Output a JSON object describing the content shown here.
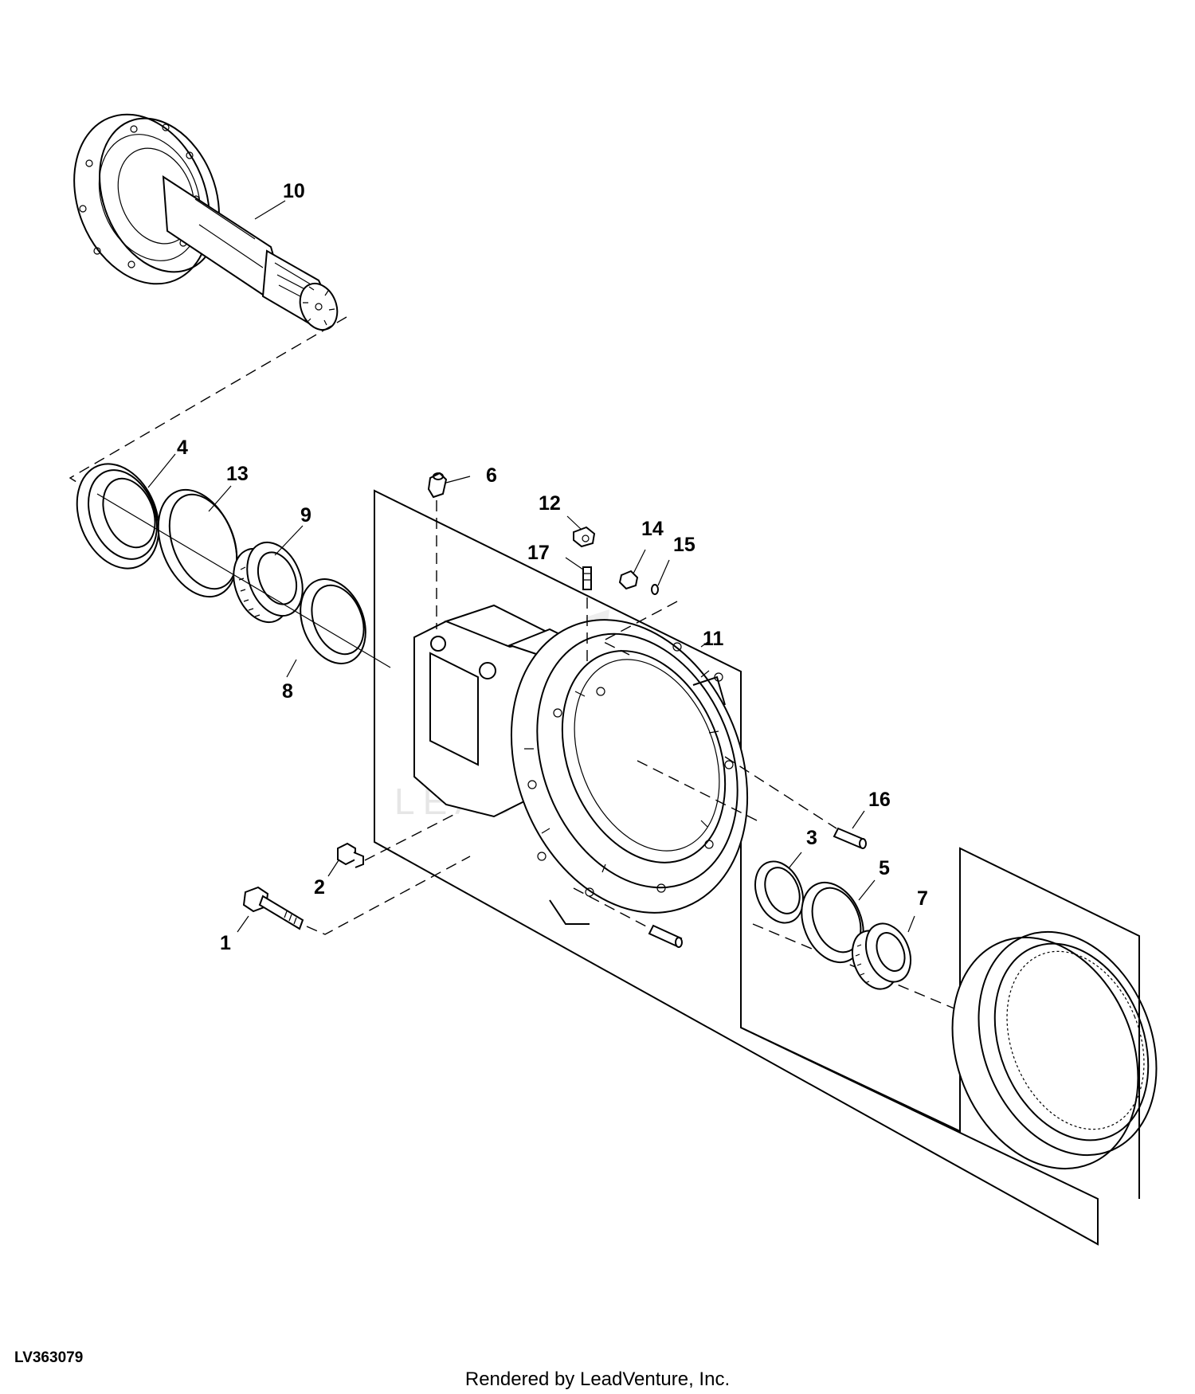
{
  "figure": {
    "id": "LV363079",
    "credit": "Rendered by LeadVenture, Inc.",
    "watermark": "LEADVENTURE"
  },
  "callouts": {
    "c1": "1",
    "c2": "2",
    "c3": "3",
    "c4": "4",
    "c5": "5",
    "c6": "6",
    "c7": "7",
    "c8": "8",
    "c9": "9",
    "c10": "10",
    "c11": "11",
    "c12": "12",
    "c13": "13",
    "c14": "14",
    "c15": "15",
    "c16": "16",
    "c17": "17"
  }
}
